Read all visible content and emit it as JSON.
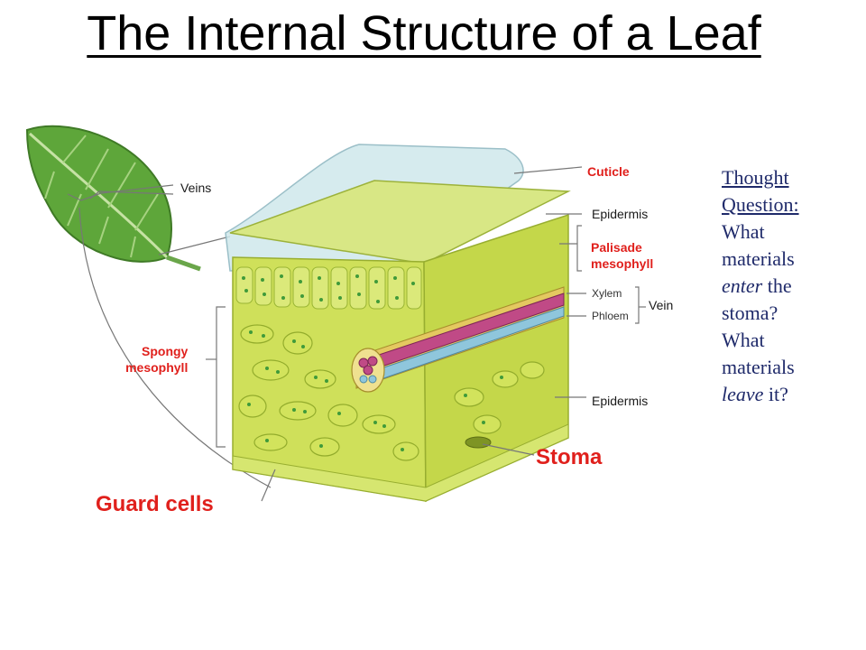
{
  "title": "The Internal Structure of a Leaf",
  "labels": {
    "veins": "Veins",
    "cuticle": "Cuticle",
    "epidermis_top": "Epidermis",
    "palisade_line1": "Palisade",
    "palisade_line2": "mesophyll",
    "xylem": "Xylem",
    "phloem": "Phloem",
    "vein": "Vein",
    "spongy_line1": "Spongy",
    "spongy_line2": "mesophyll",
    "epidermis_bottom": "Epidermis",
    "stoma": "Stoma",
    "guard_cells": "Guard cells"
  },
  "thought": {
    "line1": "Thought",
    "line2": "Question:",
    "line3": "What",
    "line4": "materials",
    "line5_em": "enter",
    "line5_rest": " the",
    "line6": "stoma?",
    "line7": "What",
    "line8": "materials",
    "line9_em": "leave",
    "line9_rest": " it?"
  },
  "colors": {
    "label_red": "#e0201c",
    "cell_green": "#c8dc4a",
    "cell_dark": "#a8c232",
    "chloroplast": "#3f9a3a",
    "xylem": "#c04a86",
    "phloem": "#8fc6dc",
    "cuticle": "#c9e6ea",
    "thought_text": "#1f2a6a"
  }
}
